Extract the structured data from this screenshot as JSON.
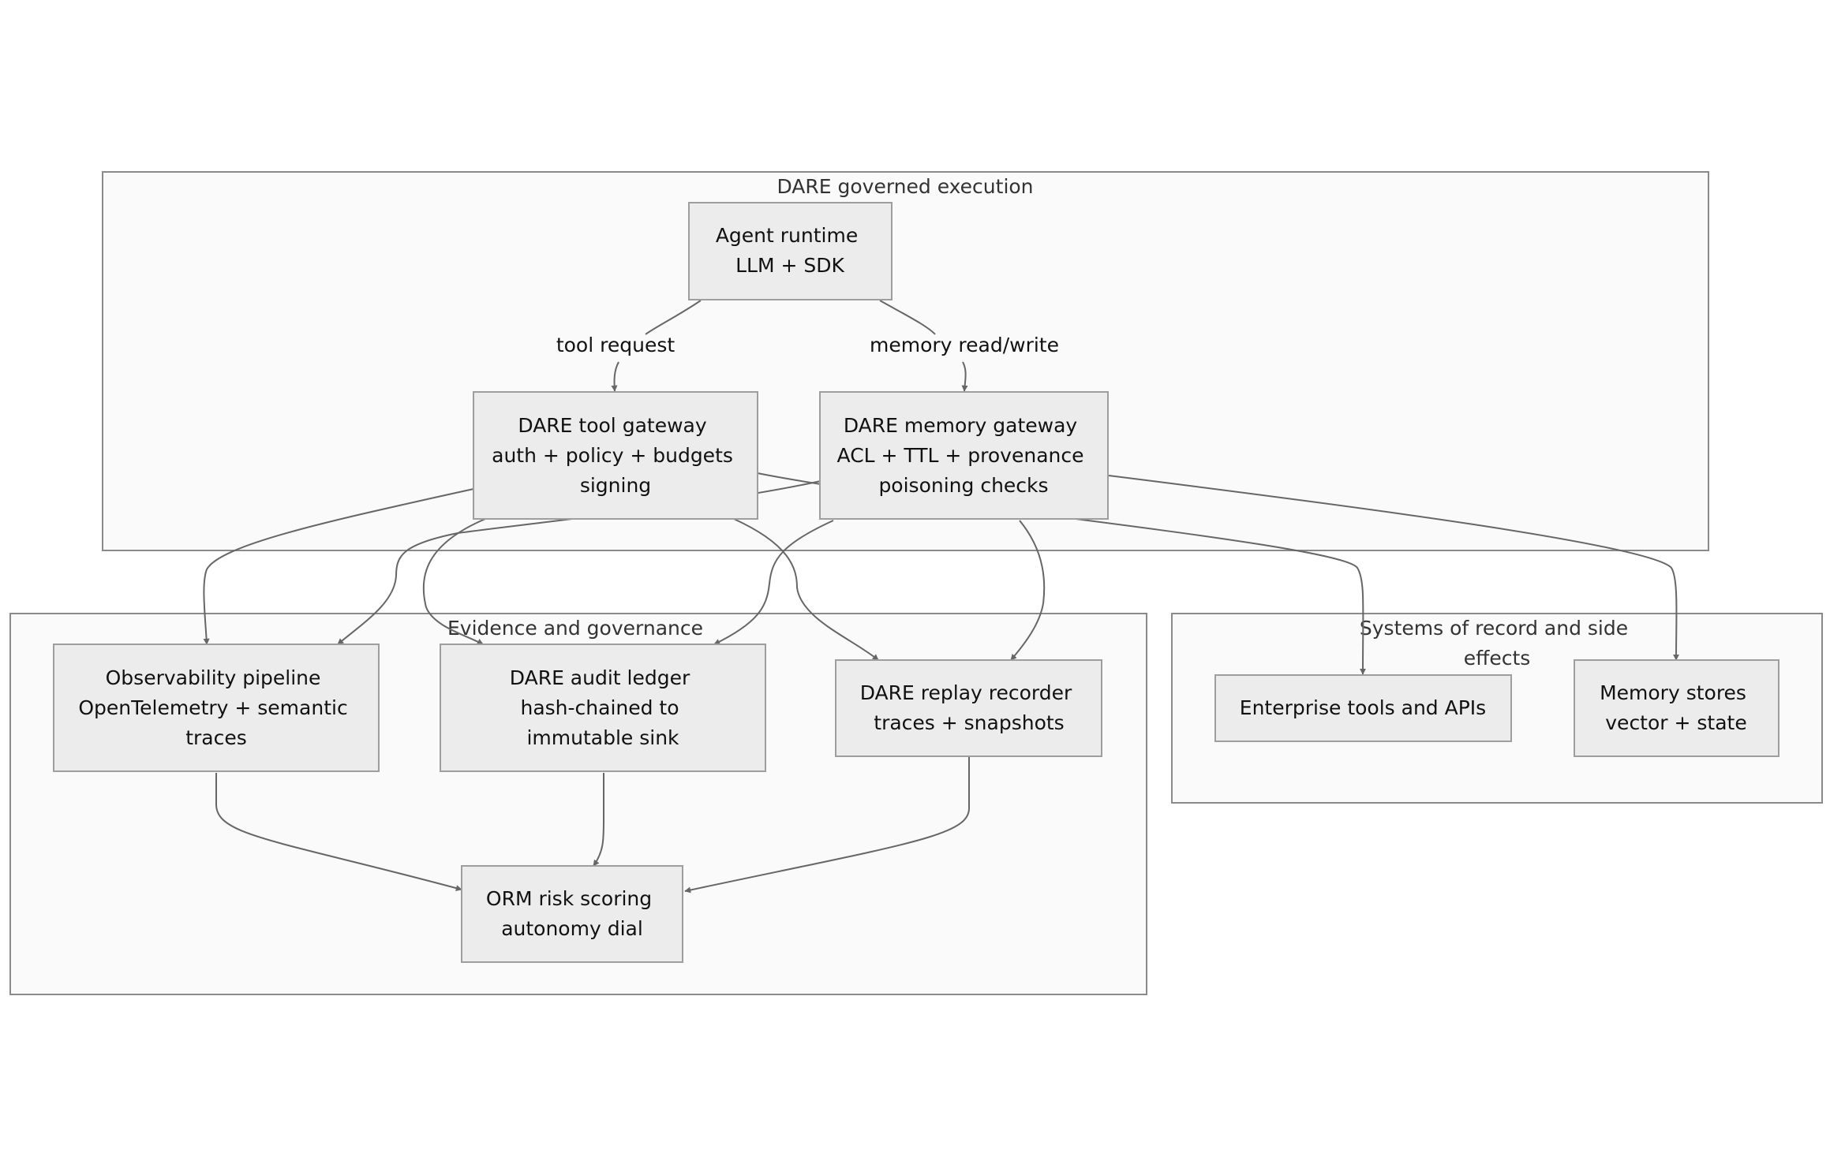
{
  "clusters": {
    "dare": {
      "title": "DARE governed execution"
    },
    "evidence": {
      "title": "Evidence and governance"
    },
    "systems": {
      "title_lines": [
        "Systems of record and side",
        "effects"
      ]
    }
  },
  "nodes": {
    "agent": {
      "lines": [
        "Agent runtime",
        "LLM + SDK"
      ]
    },
    "tool_gw": {
      "lines": [
        "DARE tool gateway",
        "auth + policy + budgets",
        "signing"
      ]
    },
    "mem_gw": {
      "lines": [
        "DARE memory gateway",
        "ACL + TTL + provenance",
        "poisoning checks"
      ]
    },
    "obs": {
      "lines": [
        "Observability pipeline",
        "OpenTelemetry + semantic",
        "traces"
      ]
    },
    "audit": {
      "lines": [
        "DARE audit ledger",
        "hash-chained to",
        "immutable sink"
      ]
    },
    "replay": {
      "lines": [
        "DARE replay recorder",
        "traces + snapshots"
      ]
    },
    "orm": {
      "lines": [
        "ORM risk scoring",
        "autonomy dial"
      ]
    },
    "tools": {
      "lines": [
        "Enterprise tools and APIs"
      ]
    },
    "memstore": {
      "lines": [
        "Memory stores",
        "vector + state"
      ]
    }
  },
  "edges": [
    {
      "from": "agent",
      "to": "tool_gw",
      "label": "tool request"
    },
    {
      "from": "agent",
      "to": "mem_gw",
      "label": "memory read/write"
    },
    {
      "from": "tool_gw",
      "to": "tools",
      "label": ""
    },
    {
      "from": "tool_gw",
      "to": "obs",
      "label": ""
    },
    {
      "from": "tool_gw",
      "to": "audit",
      "label": ""
    },
    {
      "from": "tool_gw",
      "to": "replay",
      "label": ""
    },
    {
      "from": "mem_gw",
      "to": "memstore",
      "label": ""
    },
    {
      "from": "mem_gw",
      "to": "obs",
      "label": ""
    },
    {
      "from": "mem_gw",
      "to": "audit",
      "label": ""
    },
    {
      "from": "mem_gw",
      "to": "replay",
      "label": ""
    },
    {
      "from": "obs",
      "to": "orm",
      "label": ""
    },
    {
      "from": "audit",
      "to": "orm",
      "label": ""
    },
    {
      "from": "replay",
      "to": "orm",
      "label": ""
    }
  ],
  "colors": {
    "cluster_fill": "#fafafa",
    "cluster_stroke": "#8a8a8a",
    "node_fill": "#ececec",
    "node_stroke": "#9e9e9e",
    "edge": "#666666",
    "text": "#111111"
  }
}
